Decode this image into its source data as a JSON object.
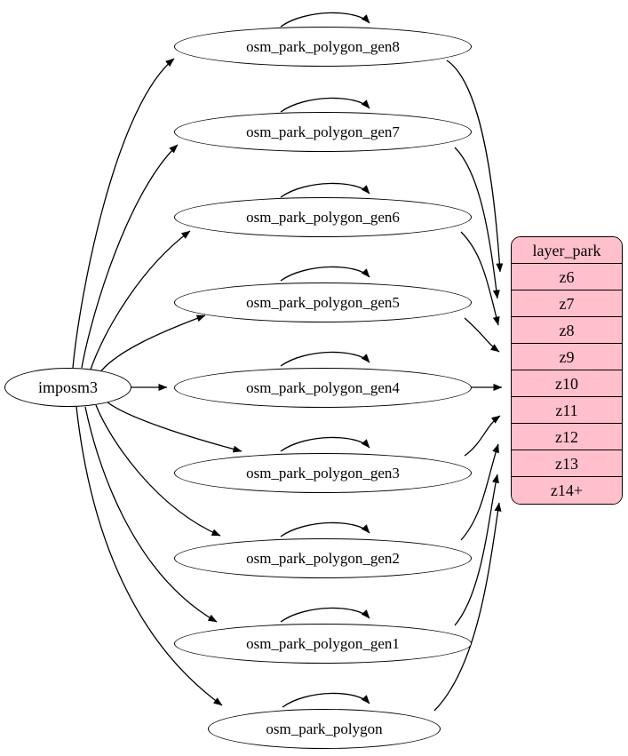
{
  "diagram": {
    "type": "graphviz-dag",
    "title": "",
    "source_node": {
      "label": "imposm3",
      "shape": "ellipse"
    },
    "generalized_nodes": [
      {
        "label": "osm_park_polygon_gen8",
        "shape": "ellipse",
        "self_loop": true,
        "target_row": "z6"
      },
      {
        "label": "osm_park_polygon_gen7",
        "shape": "ellipse",
        "self_loop": true,
        "target_row": "z7"
      },
      {
        "label": "osm_park_polygon_gen6",
        "shape": "ellipse",
        "self_loop": true,
        "target_row": "z8"
      },
      {
        "label": "osm_park_polygon_gen5",
        "shape": "ellipse",
        "self_loop": true,
        "target_row": "z9"
      },
      {
        "label": "osm_park_polygon_gen4",
        "shape": "ellipse",
        "self_loop": true,
        "target_row": "z10"
      },
      {
        "label": "osm_park_polygon_gen3",
        "shape": "ellipse",
        "self_loop": true,
        "target_row": "z11"
      },
      {
        "label": "osm_park_polygon_gen2",
        "shape": "ellipse",
        "self_loop": true,
        "target_row": "z12"
      },
      {
        "label": "osm_park_polygon_gen1",
        "shape": "ellipse",
        "self_loop": true,
        "target_row": "z13"
      },
      {
        "label": "osm_park_polygon",
        "shape": "ellipse",
        "self_loop": true,
        "target_row": "z14+"
      }
    ],
    "table_node": {
      "header": "layer_park",
      "fill_color": "#ffc0cb",
      "border_color": "#000000",
      "rows": [
        "z6",
        "z7",
        "z8",
        "z9",
        "z10",
        "z11",
        "z12",
        "z13",
        "z14+"
      ]
    },
    "edge_color": "#000000",
    "background_color": "#ffffff"
  }
}
